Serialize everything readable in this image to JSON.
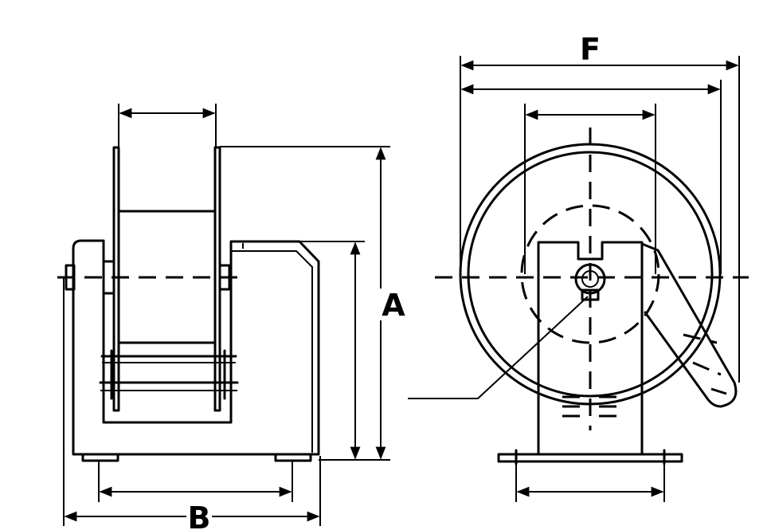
{
  "labels": {
    "a": "A",
    "b": "B",
    "f": "F"
  },
  "colors": {
    "line": "#000000",
    "background": "#ffffff"
  }
}
